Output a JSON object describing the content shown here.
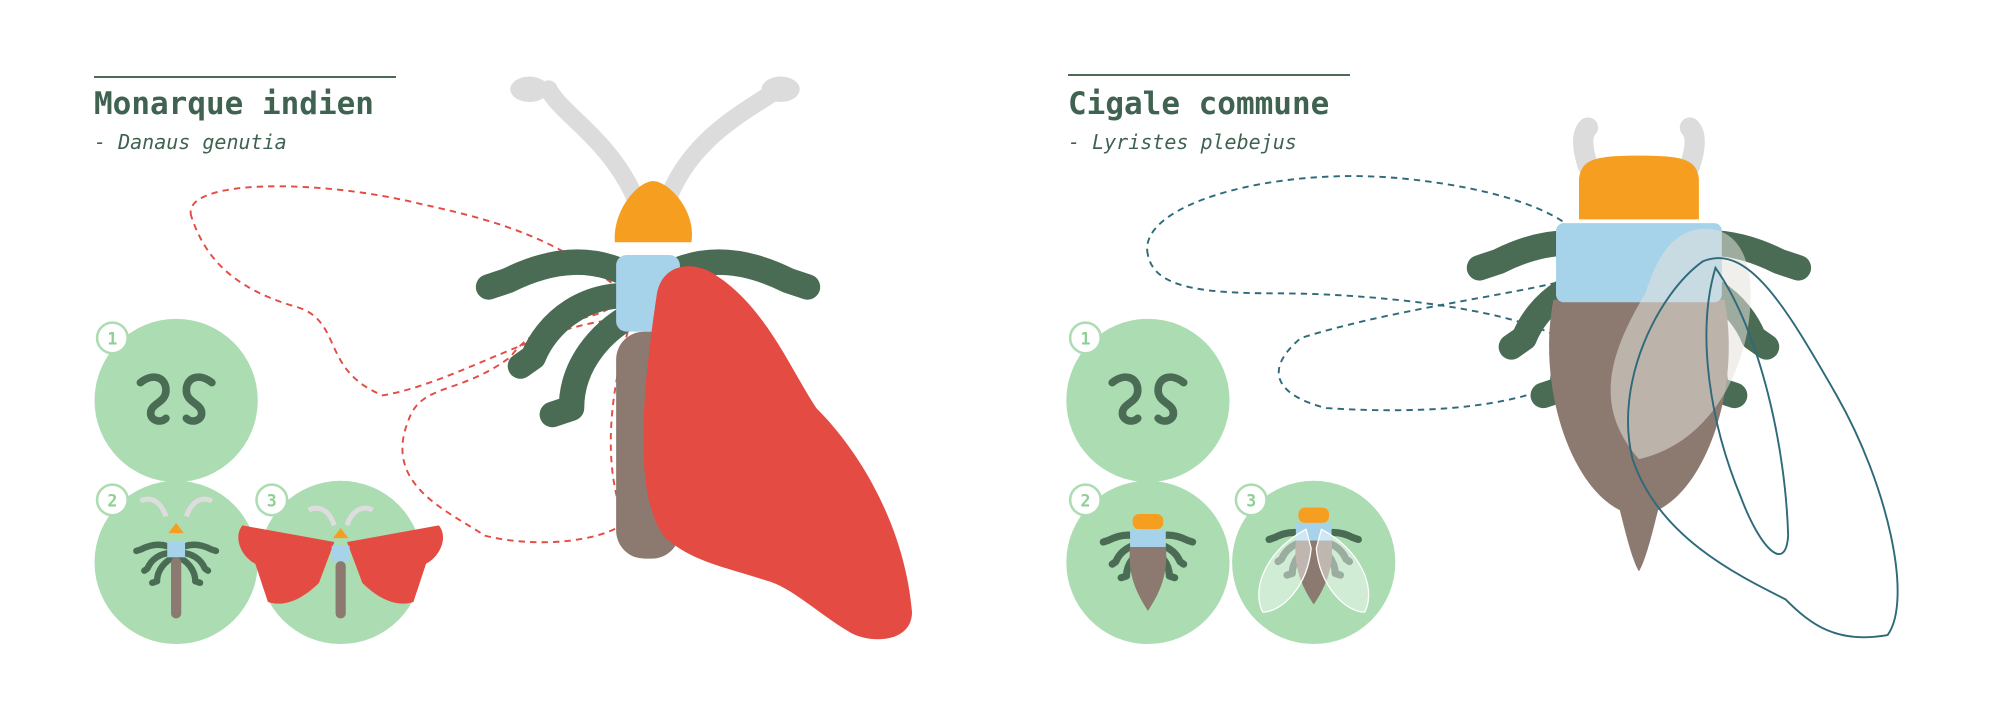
{
  "panels": [
    {
      "title": "Monarque indien",
      "subtitle": "- Danaus genutia",
      "stages": [
        "1",
        "2",
        "3"
      ],
      "wing_color": "#e34b43",
      "outline_color": "#e34b43"
    },
    {
      "title": "Cigale commune",
      "subtitle": "- Lyristes plebejus",
      "stages": [
        "1",
        "2",
        "3"
      ],
      "wing_color": "#d9ded9",
      "outline_color": "#2e6a7a"
    }
  ],
  "colors": {
    "text": "#3f6350",
    "leg": "#4a6b54",
    "head": "#f59e1f",
    "thorax": "#a7d3ea",
    "abdomen": "#8c7a70",
    "antenna": "#dcdcdc",
    "stage_circle": "#acdcb1"
  }
}
